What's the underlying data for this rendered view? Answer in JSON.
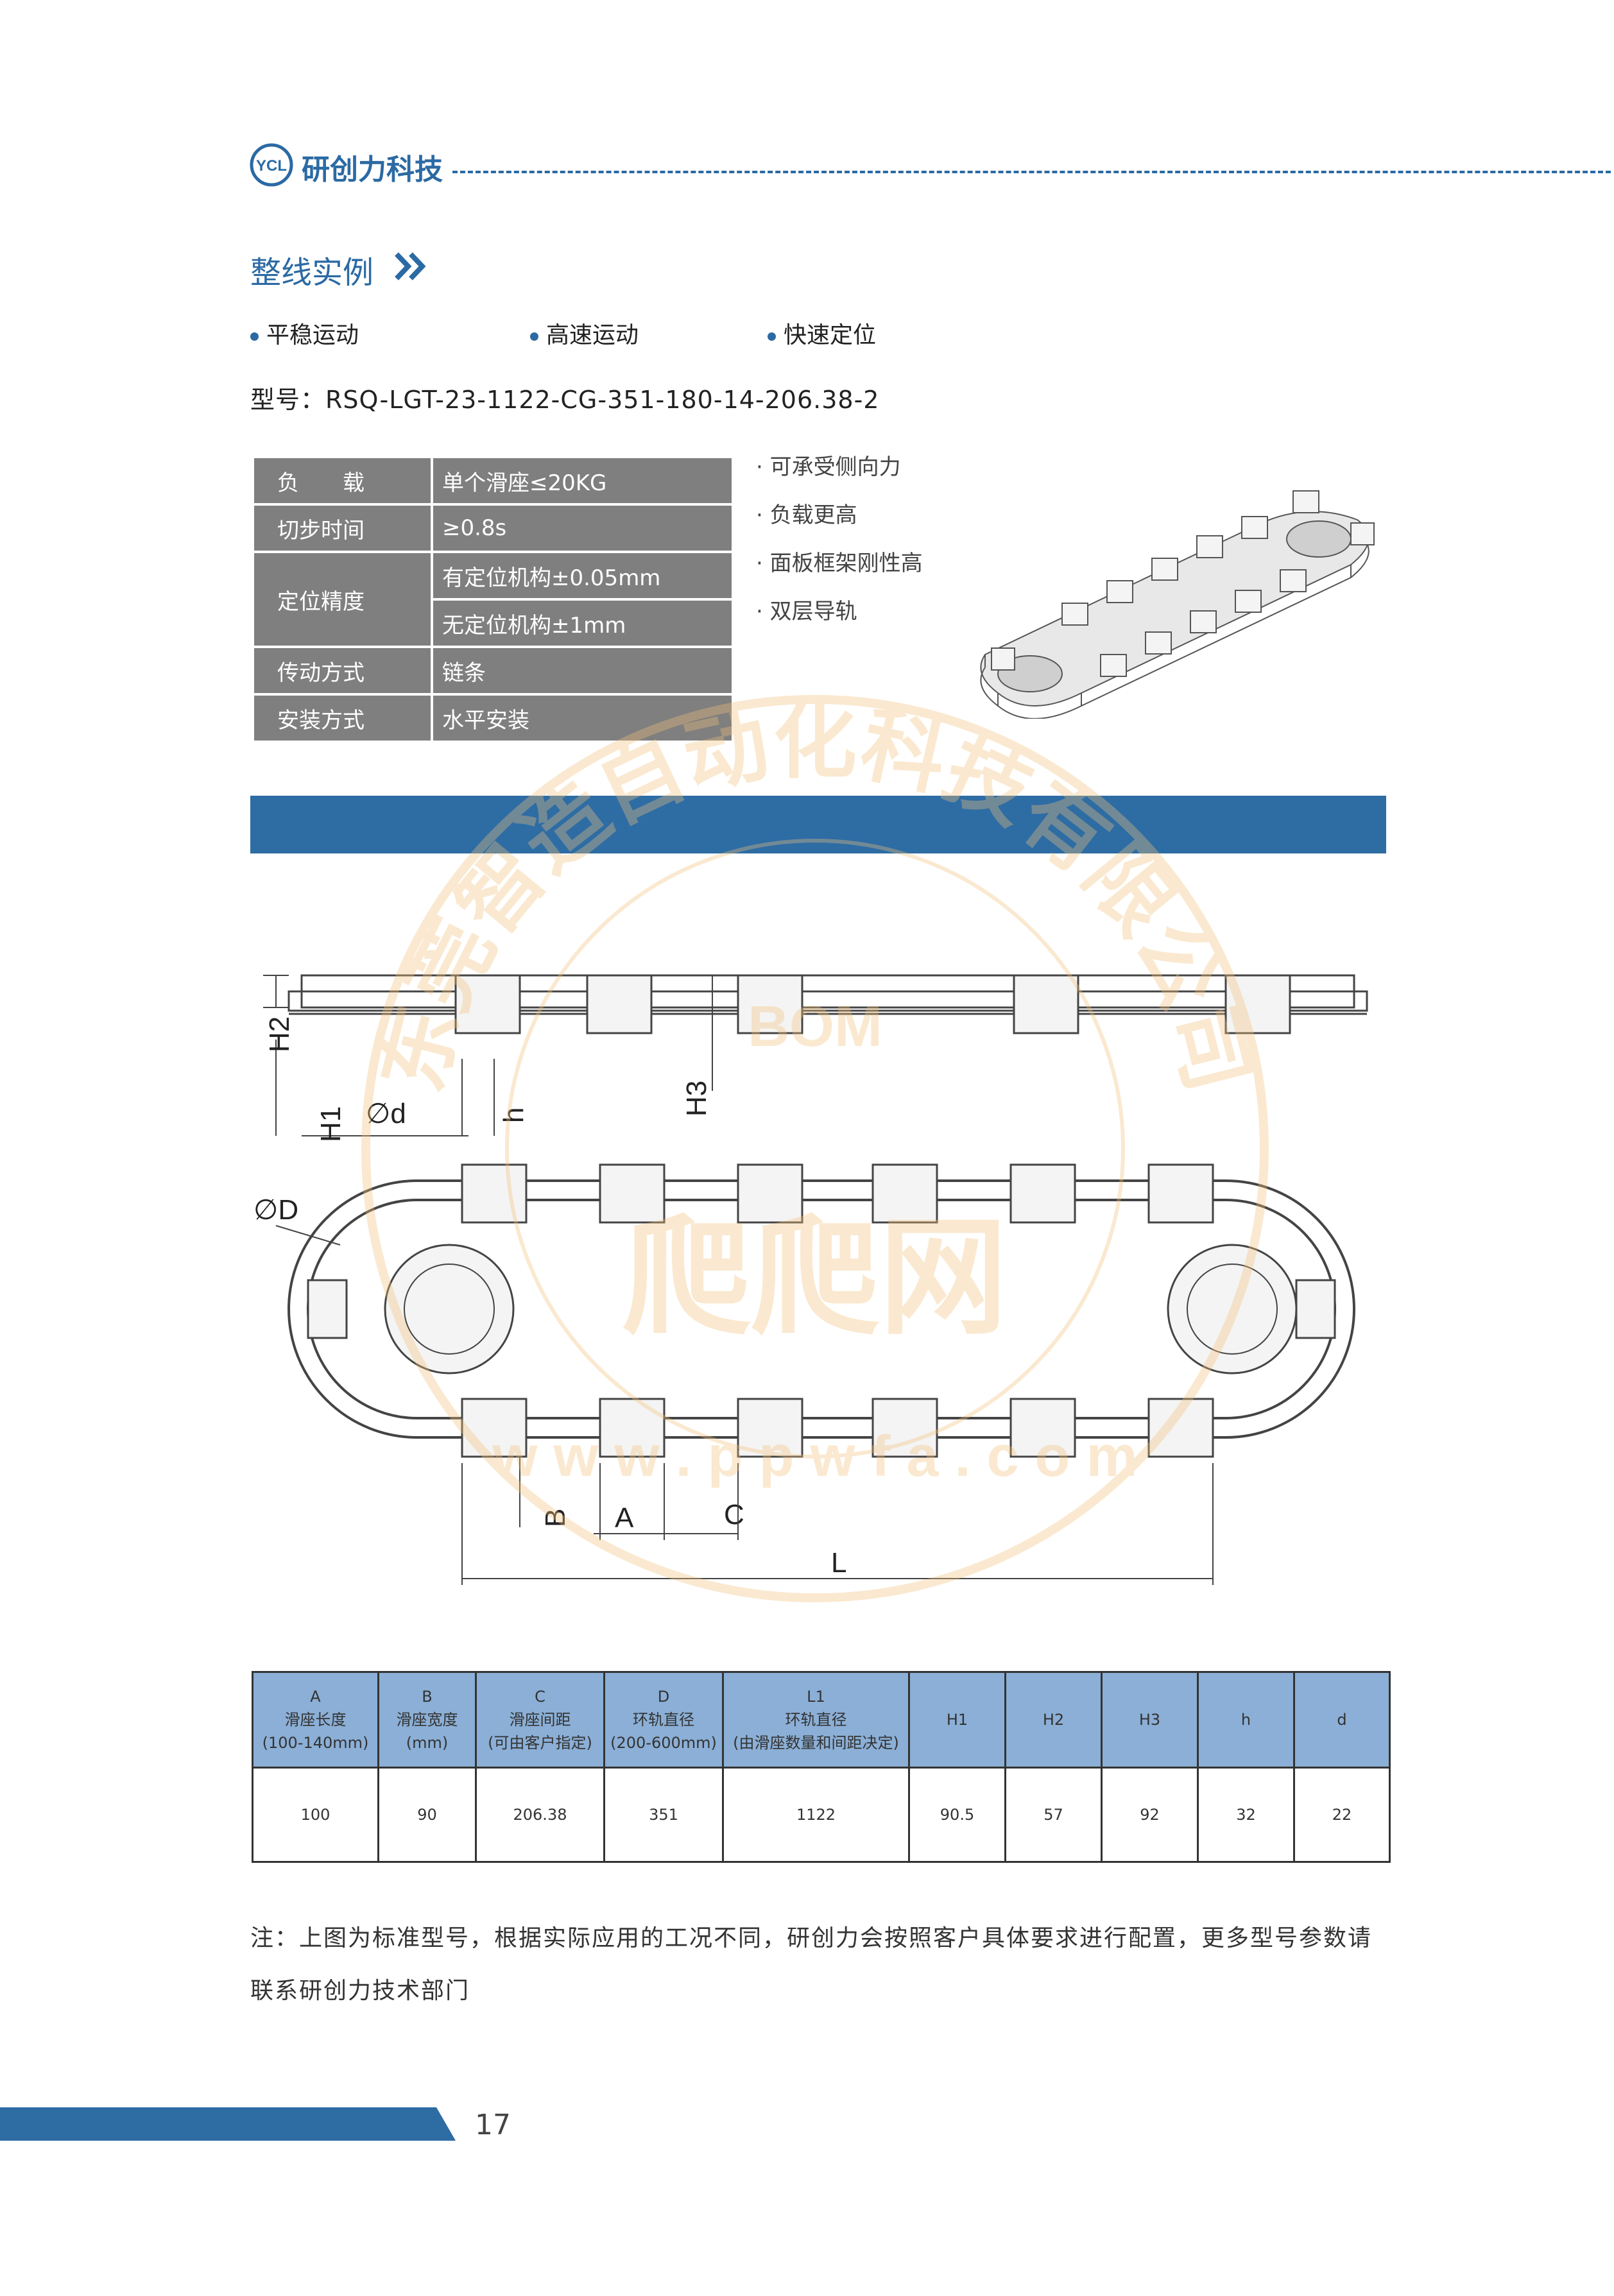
{
  "header": {
    "logo_mark_text": "YCL",
    "company_name": "研创力科技"
  },
  "section": {
    "title": "整线实例"
  },
  "features": [
    "平稳运动",
    "高速运动",
    "快速定位"
  ],
  "model": "型号：RSQ-LGT-23-1122-CG-351-180-14-206.38-2",
  "spec_table": {
    "load_label": "负　　载",
    "load_value": "单个滑座≤20KG",
    "step_label": "切步时间",
    "step_value": "≥0.8s",
    "precision_label": "定位精度",
    "precision_value_1": "有定位机构±0.05mm",
    "precision_value_2": "无定位机构±1mm",
    "drive_label": "传动方式",
    "drive_value": "链条",
    "mount_label": "安装方式",
    "mount_value": "水平安装"
  },
  "notes": [
    "· 可承受侧向力",
    "· 负载更高",
    "· 面板框架刚性高",
    "· 双层导轨"
  ],
  "drawing_labels": {
    "H2": "H2",
    "H1": "H1",
    "H3": "H3",
    "phi_d": "∅d",
    "h": "h",
    "phi_D": "∅D",
    "B": "B",
    "A": "A",
    "C": "C",
    "L": "L"
  },
  "dim_table": {
    "headers": [
      [
        "A",
        "滑座长度",
        "(100-140mm)"
      ],
      [
        "B",
        "滑座宽度",
        "(mm)"
      ],
      [
        "C",
        "滑座间距",
        "(可由客户指定)"
      ],
      [
        "D",
        "环轨直径",
        "(200-600mm)"
      ],
      [
        "L1",
        "环轨直径",
        "(由滑座数量和间距决定)"
      ],
      [
        "H1"
      ],
      [
        "H2"
      ],
      [
        "H3"
      ],
      [
        "h"
      ],
      [
        "d"
      ]
    ],
    "values": [
      "100",
      "90",
      "206.38",
      "351",
      "1122",
      "90.5",
      "57",
      "92",
      "32",
      "22"
    ]
  },
  "footnote": "注：上图为标准型号，根据实际应用的工况不同，研创力会按照客户具体要求进行配置，更多型号参数请联系研创力技术部门",
  "watermark": {
    "arc_text": "东莞智造自动化科技有限公司",
    "center_text": "BOM",
    "glyph_text": "爬爬网",
    "url_text": "w w w . p p w f a . c o m"
  },
  "footer": {
    "page_number": "17"
  },
  "colors": {
    "brand_blue": "#2b6aa3",
    "bar_blue": "#2e6ca4",
    "table_gray": "#7f7f7f",
    "header_blue": "#8bafd6",
    "watermark": "#f2c27a"
  }
}
